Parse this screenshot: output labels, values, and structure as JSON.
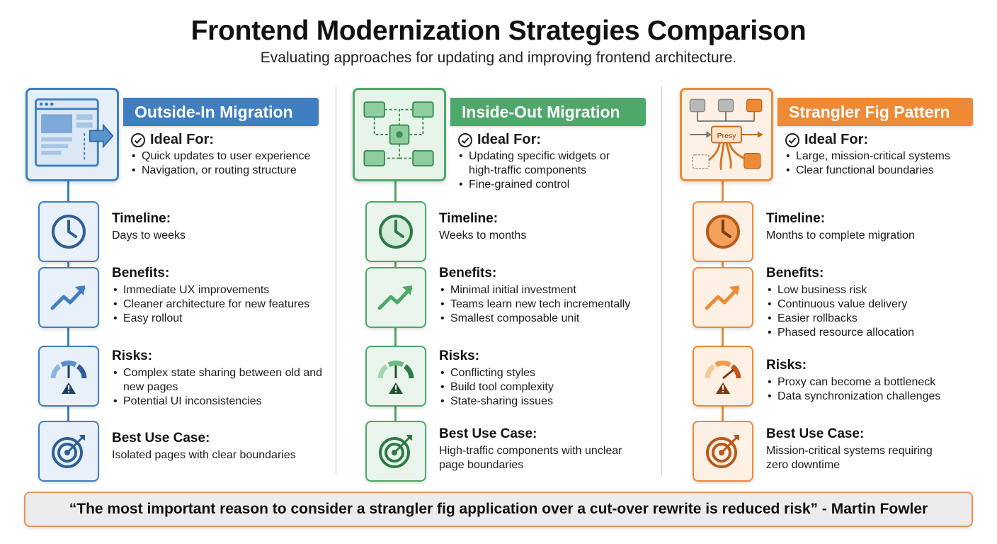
{
  "title": "Frontend Modernization Strategies Comparison",
  "subtitle": "Evaluating approaches for updating and improving frontend architecture.",
  "colors": {
    "blue": "#3f7fc1",
    "green": "#4ea86a",
    "orange": "#ee8a35"
  },
  "columns": [
    {
      "name": "Outside-In Migration",
      "ideal_label": "Ideal For:",
      "ideal": [
        "Quick updates to user experience",
        "Navigation, or routing structure"
      ],
      "timeline_label": "Timeline:",
      "timeline": "Days to weeks",
      "benefits_label": "Benefits:",
      "benefits": [
        "Immediate UX improvements",
        "Cleaner architecture for new features",
        "Easy rollout"
      ],
      "risks_label": "Risks:",
      "risks": [
        "Complex state sharing between old and new pages",
        "Potential UI inconsistencies"
      ],
      "best_label": "Best Use Case:",
      "best": "Isolated pages with clear boundaries"
    },
    {
      "name": "Inside-Out Migration",
      "ideal_label": "Ideal For:",
      "ideal": [
        "Updating specific widgets or high-traffic components",
        "Fine-grained control"
      ],
      "timeline_label": "Timeline:",
      "timeline": "Weeks to months",
      "benefits_label": "Benefits:",
      "benefits": [
        "Minimal initial investment",
        "Teams learn new tech incrementally",
        "Smallest composable unit"
      ],
      "risks_label": "Risks:",
      "risks": [
        "Conflicting styles",
        "Build tool complexity",
        "State-sharing issues"
      ],
      "best_label": "Best Use Case:",
      "best": "High-traffic components with unclear page boundaries"
    },
    {
      "name": "Strangler Fig Pattern",
      "diagram_label": "Presy",
      "ideal_label": "Ideal For:",
      "ideal": [
        "Large, mission-critical systems",
        "Clear functional boundaries"
      ],
      "timeline_label": "Timeline:",
      "timeline": "Months to complete migration",
      "benefits_label": "Benefits:",
      "benefits": [
        "Low business risk",
        "Continuous value delivery",
        "Easier rollbacks",
        "Phased resource allocation"
      ],
      "risks_label": "Risks:",
      "risks": [
        "Proxy can become a bottleneck",
        "Data synchronization challenges"
      ],
      "best_label": "Best Use Case:",
      "best": "Mission-critical systems requiring zero downtime"
    }
  ],
  "icons": [
    "browser-arrow-icon",
    "component-graph-icon",
    "proxy-diagram-icon",
    "clock-icon",
    "trend-up-icon",
    "risk-gauge-icon",
    "target-icon",
    "check-circle-icon"
  ],
  "quote": "“The most important reason to consider a strangler fig application over a cut-over rewrite is reduced risk” - Martin Fowler"
}
